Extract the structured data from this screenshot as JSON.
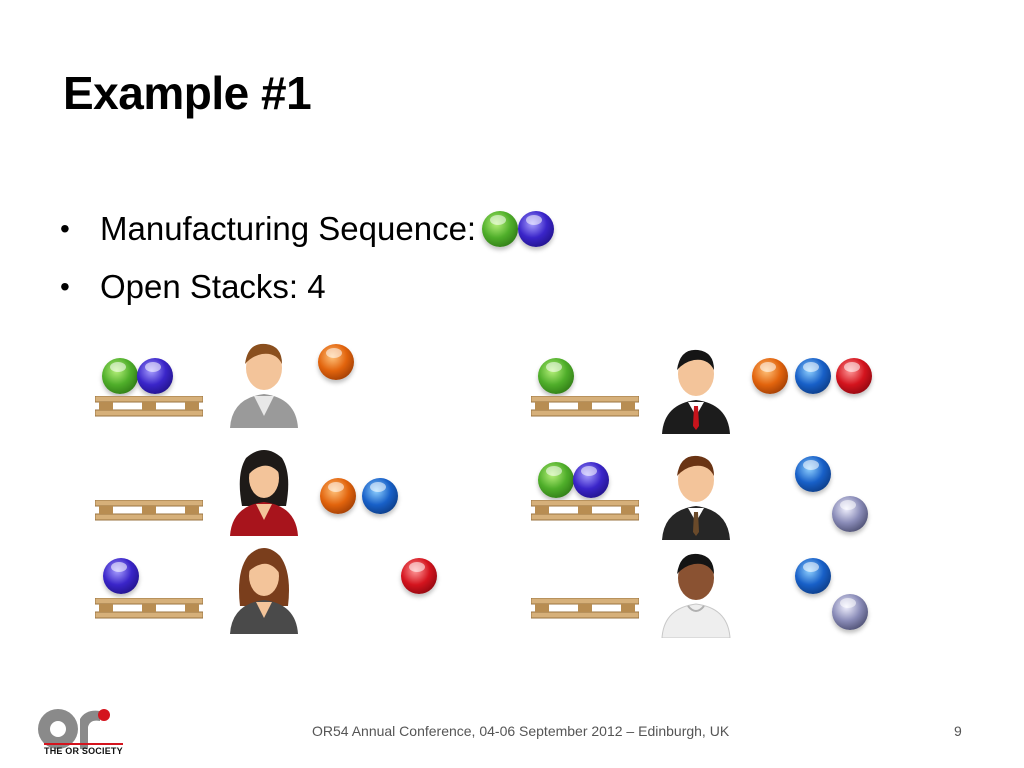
{
  "slide": {
    "title": "Example #1",
    "bullets": [
      {
        "text": "Manufacturing Sequence:",
        "balls": [
          "green",
          "purple"
        ]
      },
      {
        "text": "Open Stacks: 4"
      }
    ]
  },
  "footer": {
    "text": "OR54 Annual Conference, 04-06 September 2012 – Edinburgh, UK",
    "page_number": "9"
  },
  "logo": {
    "mark": "or",
    "label": "THE OR SOCIETY"
  },
  "colors": {
    "logo_red": "#d4141e",
    "logo_gray": "#8a8a8a",
    "text": "#000000",
    "footer_text": "#555555"
  },
  "scenarios": [
    {
      "rows": [
        {
          "stack_balls": [
            "green",
            "purple"
          ],
          "person": "man-gray-suit",
          "pending_balls": [
            "orange"
          ]
        },
        {
          "stack_balls": [],
          "person": "woman-red-jacket",
          "pending_balls": [
            "orange",
            "blue"
          ]
        },
        {
          "stack_balls": [
            "purple"
          ],
          "person": "woman-gray-jacket",
          "pending_balls": [
            "red"
          ]
        }
      ]
    },
    {
      "rows": [
        {
          "stack_balls": [
            "green"
          ],
          "person": "man-black-suit-red-tie",
          "pending_balls": [
            "orange",
            "blue",
            "red"
          ]
        },
        {
          "stack_balls": [
            "green",
            "purple"
          ],
          "person": "man-dark-suit",
          "pending_balls": [
            "blue",
            "gray"
          ]
        },
        {
          "stack_balls": [],
          "person": "man-white-shirt",
          "pending_balls": [
            "blue",
            "gray"
          ]
        }
      ]
    }
  ]
}
